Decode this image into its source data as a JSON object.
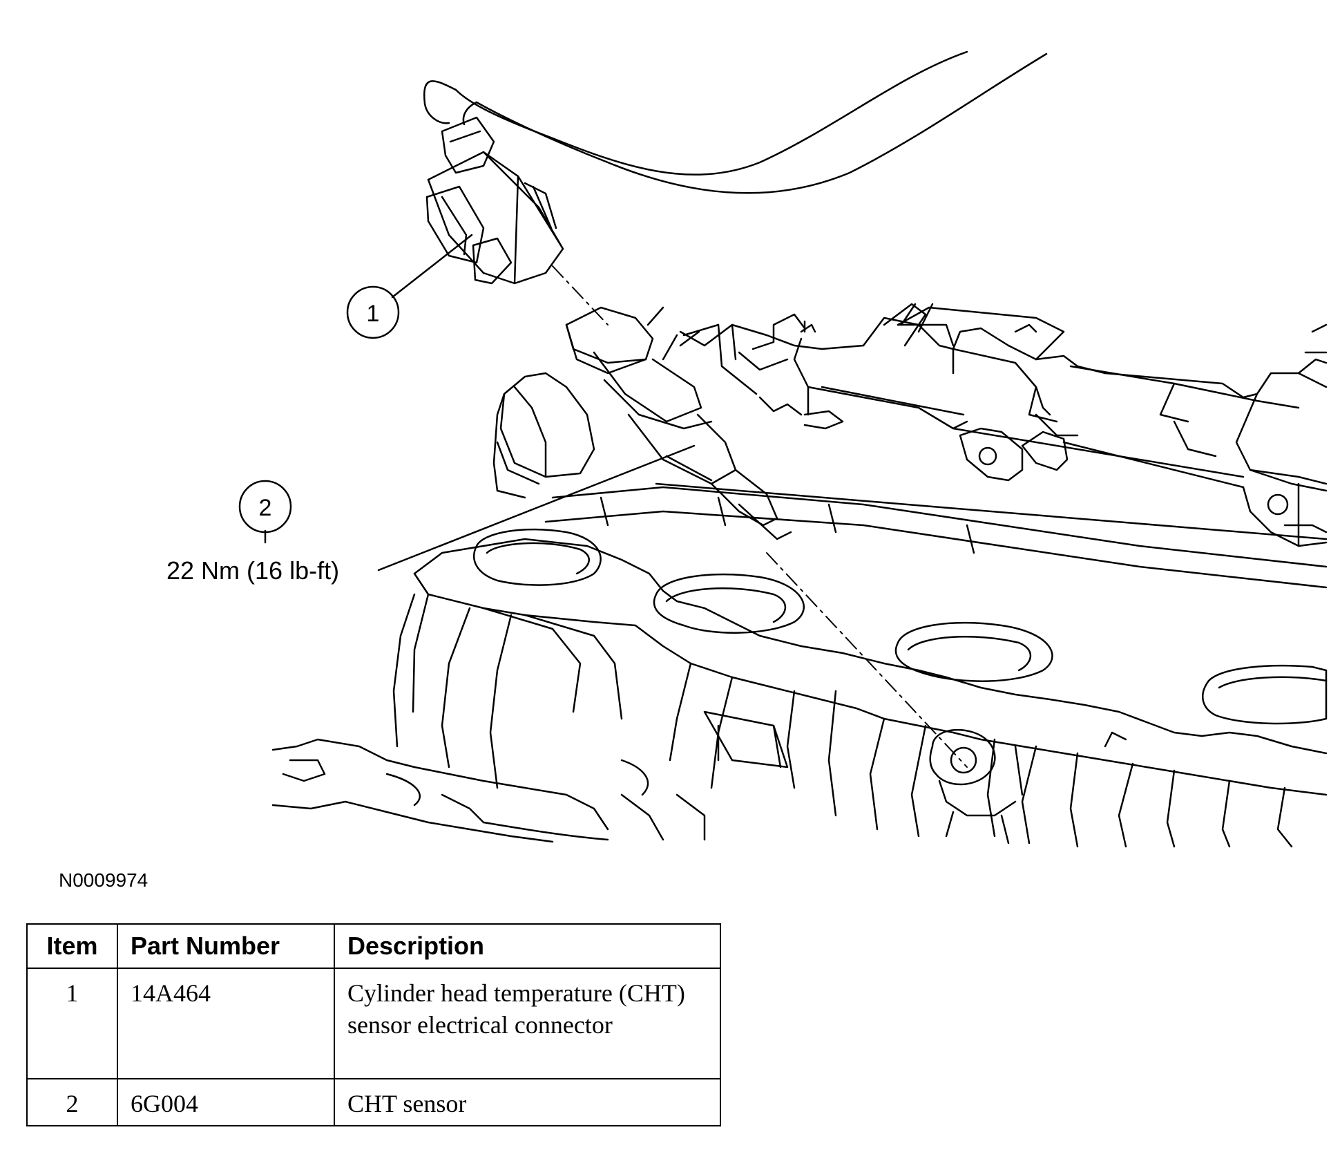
{
  "callouts": [
    {
      "label": "1"
    },
    {
      "label": "2"
    }
  ],
  "torque_spec": "22 Nm (16 lb-ft)",
  "figure_id": "N0009974",
  "table": {
    "headers": [
      "Item",
      "Part Number",
      "Description"
    ],
    "rows": [
      {
        "item": "1",
        "part_number": "14A464",
        "description": "Cylinder head temperature (CHT) sensor electrical connector"
      },
      {
        "item": "2",
        "part_number": "6G004",
        "description": "CHT sensor"
      }
    ]
  }
}
